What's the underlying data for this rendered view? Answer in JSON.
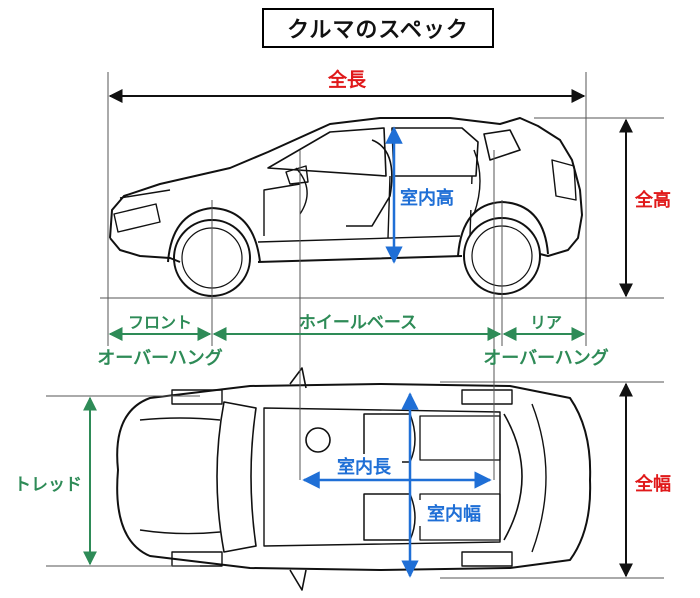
{
  "title": "クルマのスペック",
  "labels": {
    "overall_length": "全長",
    "overall_height": "全高",
    "interior_height": "室内高",
    "front_overhang_top": "フロント",
    "front_overhang_bottom": "オーバーハング",
    "wheelbase": "ホイールベース",
    "rear_overhang_top": "リア",
    "rear_overhang_bottom": "オーバーハング",
    "tread": "トレッド",
    "interior_length": "室内長",
    "overall_width": "全幅",
    "interior_width": "室内幅"
  },
  "colors": {
    "overall": "#e0191a",
    "interior": "#1f6fd6",
    "chassis": "#2e8b57",
    "line": "#111111"
  }
}
